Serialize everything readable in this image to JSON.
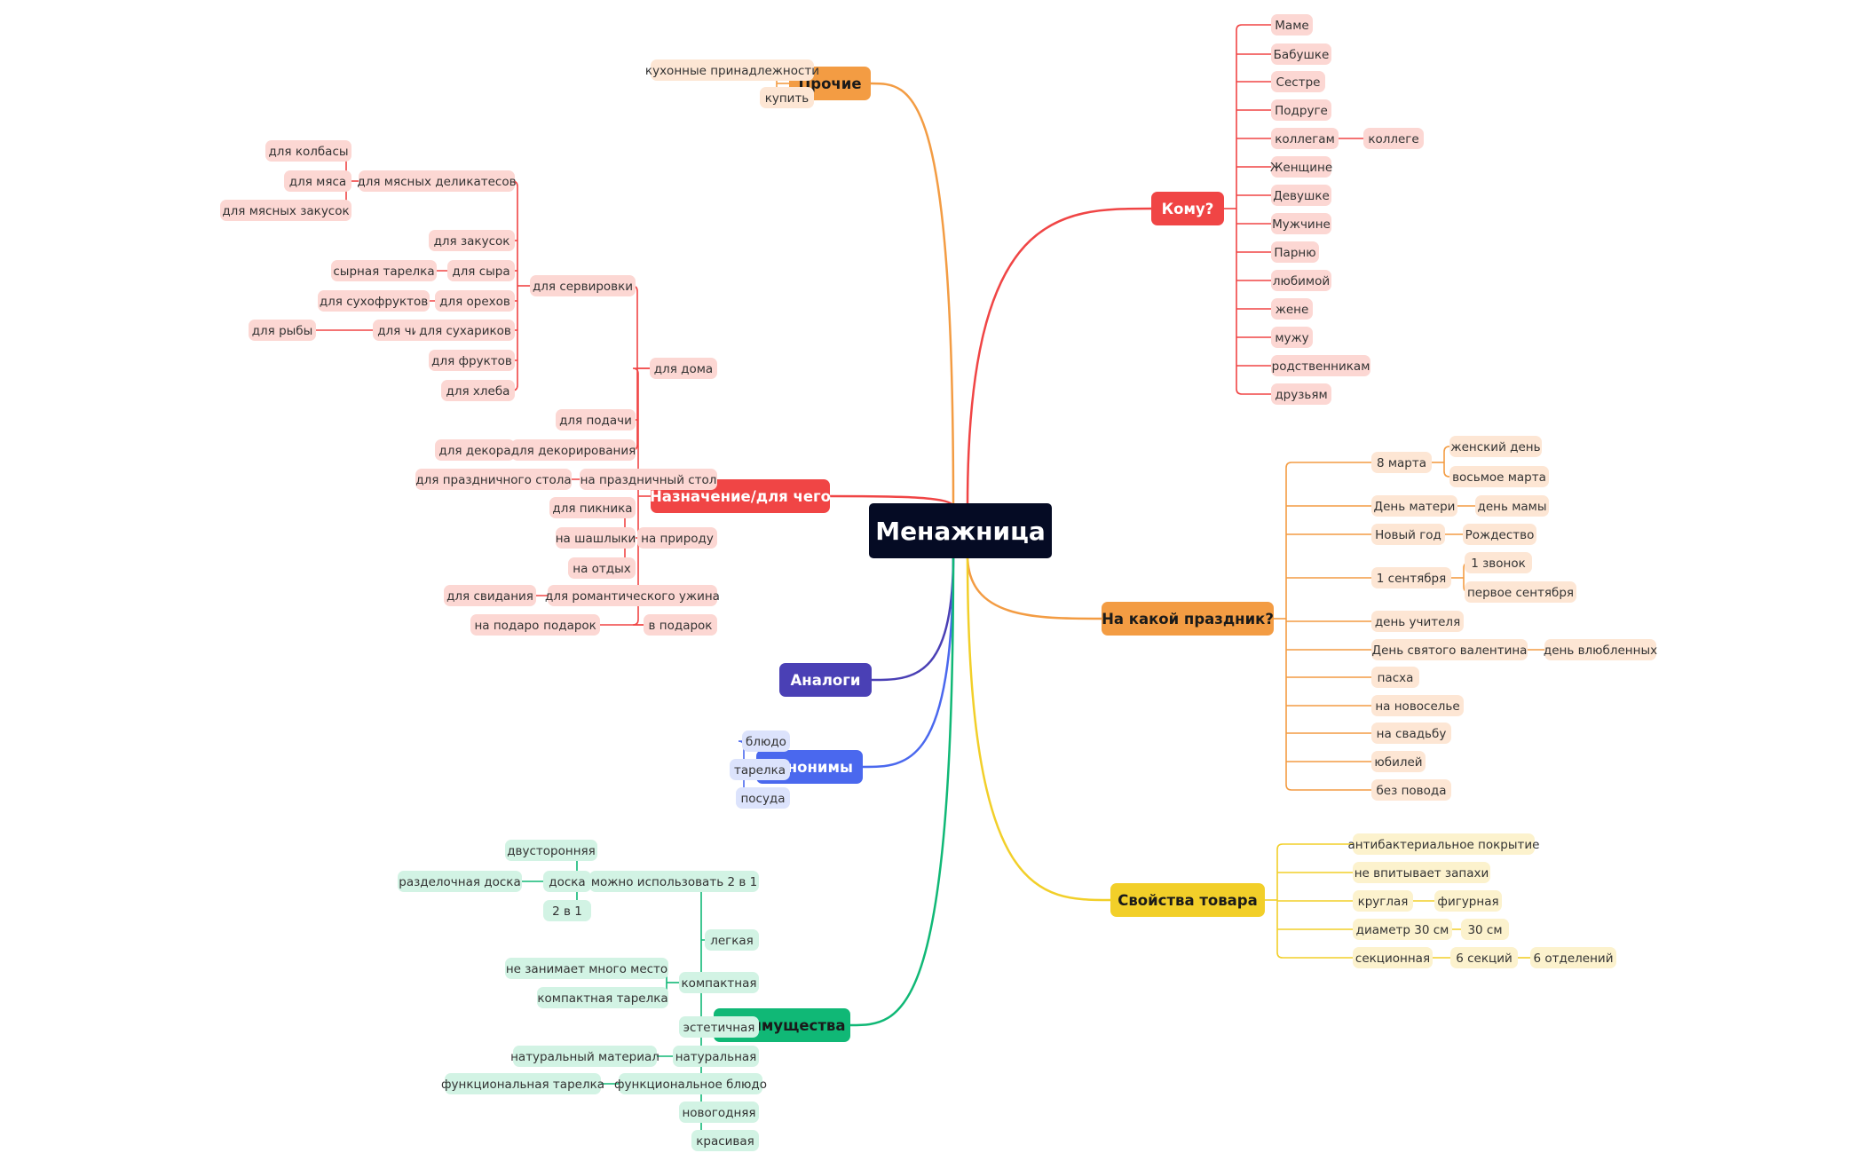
{
  "center": {
    "label": "Менажница",
    "color": "#050b24"
  },
  "branches": [
    {
      "id": "prochie",
      "label": "Прочие",
      "color": "#f39c43",
      "text": "#1a1a1a",
      "node_bg": "#fde6d4",
      "node_text": "#7a5a3c",
      "children": [
        {
          "label": "кухонные принадлежности"
        },
        {
          "label": "купить"
        }
      ]
    },
    {
      "id": "komu",
      "label": "Кому?",
      "color": "#f04545",
      "text": "#ffffff",
      "node_bg": "#fcd7d3",
      "node_text": "#7a3b35",
      "children": [
        {
          "label": "Маме"
        },
        {
          "label": "Бабушке"
        },
        {
          "label": "Сестре"
        },
        {
          "label": "Подруге"
        },
        {
          "label": "коллегам",
          "children": [
            {
              "label": "коллеге"
            }
          ]
        },
        {
          "label": "Женщине"
        },
        {
          "label": "Девушке"
        },
        {
          "label": "Мужчине"
        },
        {
          "label": "Парню"
        },
        {
          "label": "любимой"
        },
        {
          "label": "жене"
        },
        {
          "label": "мужу"
        },
        {
          "label": "родственникам"
        },
        {
          "label": "друзьям"
        }
      ]
    },
    {
      "id": "naznachenie",
      "label": "Назначение/для чего",
      "color": "#f04545",
      "text": "#ffffff",
      "node_bg": "#fcd7d3",
      "node_text": "#7a3b35",
      "children": [
        {
          "label": "для дома",
          "children": [
            {
              "label": "для сервировки",
              "children": [
                {
                  "label": "для мясных деликатесов",
                  "children": [
                    {
                      "label": "для колбасы"
                    },
                    {
                      "label": "для мяса"
                    },
                    {
                      "label": "для мясных закусок"
                    }
                  ]
                },
                {
                  "label": "для закусок"
                },
                {
                  "label": "для сыра",
                  "children": [
                    {
                      "label": "сырная тарелка"
                    }
                  ]
                },
                {
                  "label": "для орехов",
                  "children": [
                    {
                      "label": "для сухофруктов"
                    }
                  ]
                },
                {
                  "label": "для сухариков",
                  "children": [
                    {
                      "label": "для чипсов",
                      "children": [
                        {
                          "label": "для рыбы"
                        }
                      ]
                    }
                  ]
                },
                {
                  "label": "для фруктов"
                },
                {
                  "label": "для хлеба"
                }
              ]
            },
            {
              "label": "для подачи"
            },
            {
              "label": "для декорирования",
              "children": [
                {
                  "label": "для декора"
                }
              ]
            }
          ]
        },
        {
          "label": "на праздничный стол",
          "children": [
            {
              "label": "для праздничного стола"
            }
          ]
        },
        {
          "label": "на природу",
          "children": [
            {
              "label": "для пикника"
            },
            {
              "label": "на шашлыки"
            },
            {
              "label": "на отдых"
            }
          ]
        },
        {
          "label": "для романтического ужина",
          "children": [
            {
              "label": "для свидания"
            }
          ]
        },
        {
          "label": "в подарок",
          "children": [
            {
              "label": "подарок",
              "children": [
                {
                  "label": "на подарок"
                }
              ]
            }
          ]
        }
      ]
    },
    {
      "id": "prazdnik",
      "label": "На какой праздник?",
      "color": "#f39c43",
      "text": "#1a1a1a",
      "node_bg": "#fde6d4",
      "node_text": "#7a5a3c",
      "children": [
        {
          "label": "8 марта",
          "children": [
            {
              "label": "женский день"
            },
            {
              "label": "восьмое марта"
            }
          ]
        },
        {
          "label": "День матери",
          "children": [
            {
              "label": "день мамы"
            }
          ]
        },
        {
          "label": "Новый год",
          "children": [
            {
              "label": "Рождество"
            }
          ]
        },
        {
          "label": "1 сентября",
          "children": [
            {
              "label": "1 звонок"
            },
            {
              "label": "первое сентября"
            }
          ]
        },
        {
          "label": "день учителя"
        },
        {
          "label": "День святого валентина",
          "children": [
            {
              "label": "день влюбленных"
            }
          ]
        },
        {
          "label": "пасха"
        },
        {
          "label": "на новоселье"
        },
        {
          "label": "на свадьбу"
        },
        {
          "label": "юбилей"
        },
        {
          "label": "без повода"
        }
      ]
    },
    {
      "id": "analogi",
      "label": "Аналоги",
      "color": "#4a40b5",
      "text": "#ffffff",
      "node_bg": "#dcdaf5",
      "node_text": "#3a3570",
      "children": []
    },
    {
      "id": "sinonimy",
      "label": "Синонимы",
      "color": "#4a68ee",
      "text": "#ffffff",
      "node_bg": "#dce3fc",
      "node_text": "#2f3f7a",
      "children": [
        {
          "label": "блюдо"
        },
        {
          "label": "тарелка"
        },
        {
          "label": "посуда"
        }
      ]
    },
    {
      "id": "svoistva",
      "label": "Свойства товара",
      "color": "#f2cf29",
      "text": "#1a1a1a",
      "node_bg": "#fcf2cd",
      "node_text": "#6e5b16",
      "children": [
        {
          "label": "антибактериальное покрытие"
        },
        {
          "label": "не впитывает запахи"
        },
        {
          "label": "круглая",
          "children": [
            {
              "label": "фигурная"
            }
          ]
        },
        {
          "label": "диаметр 30 см",
          "children": [
            {
              "label": "30 см"
            }
          ]
        },
        {
          "label": "секционная",
          "children": [
            {
              "label": "6 секций",
              "children": [
                {
                  "label": "6 отделений"
                }
              ]
            }
          ]
        }
      ]
    },
    {
      "id": "preimushchestva",
      "label": "Преимущества",
      "color": "#10b876",
      "text": "#1a1a1a",
      "node_bg": "#d2f3e4",
      "node_text": "#1f5e43",
      "children": [
        {
          "label": "можно использовать 2 в 1",
          "children": [
            {
              "label": "двусторонняя"
            },
            {
              "label": "доска",
              "children": [
                {
                  "label": "разделочная доска"
                }
              ]
            },
            {
              "label": "2 в 1"
            }
          ]
        },
        {
          "label": "легкая"
        },
        {
          "label": "компактная",
          "children": [
            {
              "label": "не занимает много место"
            },
            {
              "label": "компактная тарелка"
            }
          ]
        },
        {
          "label": "эстетичная"
        },
        {
          "label": "натуральная",
          "children": [
            {
              "label": "натуральный материал"
            }
          ]
        },
        {
          "label": "функциональное блюдо",
          "children": [
            {
              "label": "функциональная тарелка"
            }
          ]
        },
        {
          "label": "новогодняя"
        },
        {
          "label": "красивая"
        }
      ]
    }
  ]
}
